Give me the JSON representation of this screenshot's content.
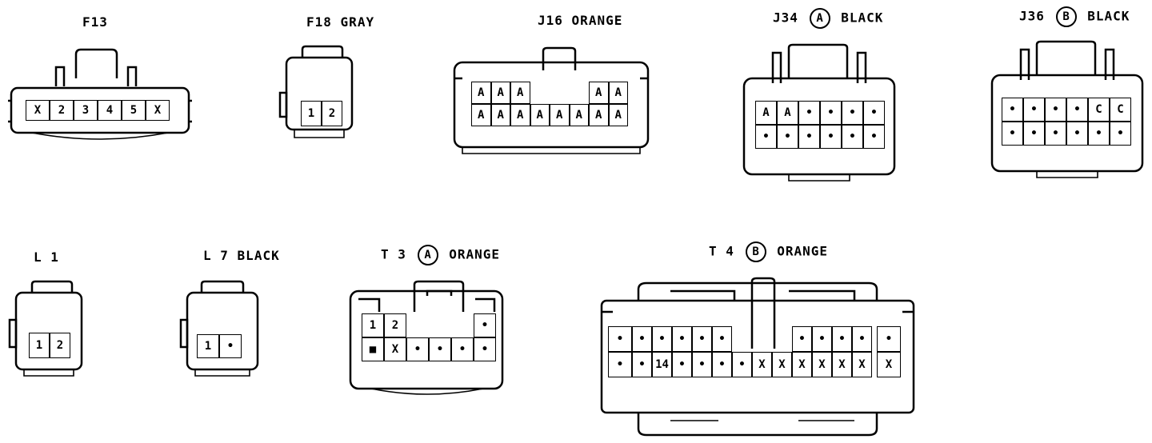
{
  "connectors": {
    "f13": {
      "name": "F13",
      "color": "",
      "cells": [
        "X",
        "2",
        "3",
        "4",
        "5",
        "X"
      ]
    },
    "f18": {
      "name": "F18",
      "color": "GRAY",
      "cells": [
        "1",
        "2"
      ]
    },
    "j16": {
      "name": "J16",
      "color": "ORANGE",
      "row1": [
        "A",
        "A",
        "A",
        "",
        "",
        "",
        "A",
        "A"
      ],
      "row2": [
        "A",
        "A",
        "A",
        "A",
        "A",
        "A",
        "A",
        "A"
      ]
    },
    "j34": {
      "name": "J34",
      "badge": "A",
      "color": "BLACK",
      "row1": [
        "A",
        "A",
        "•",
        "•",
        "•",
        "•"
      ],
      "row2": [
        "•",
        "•",
        "•",
        "•",
        "•",
        "•"
      ]
    },
    "j36": {
      "name": "J36",
      "badge": "B",
      "color": "BLACK",
      "row1": [
        "•",
        "•",
        "•",
        "•",
        "C",
        "C"
      ],
      "row2": [
        "•",
        "•",
        "•",
        "•",
        "•",
        "•"
      ]
    },
    "l1": {
      "name": "L 1",
      "color": "",
      "cells": [
        "1",
        "2"
      ]
    },
    "l7": {
      "name": "L 7",
      "color": "BLACK",
      "cells": [
        "1",
        "•"
      ]
    },
    "t3": {
      "name": "T 3",
      "badge": "A",
      "color": "ORANGE",
      "row1": [
        "1",
        "2",
        "",
        "",
        "",
        "•"
      ],
      "row2": [
        "■",
        "X",
        "•",
        "•",
        "•",
        "•"
      ]
    },
    "t4": {
      "name": "T 4",
      "badge": "B",
      "color": "ORANGE",
      "row1": [
        "•",
        "•",
        "•",
        "•",
        "•",
        "•",
        "",
        "",
        "",
        "•",
        "•",
        "•",
        "•",
        "",
        "•"
      ],
      "row2": [
        "•",
        "•",
        "14",
        "•",
        "•",
        "•",
        "•",
        "X",
        "X",
        "X",
        "X",
        "X",
        "X",
        "",
        "X"
      ]
    }
  }
}
